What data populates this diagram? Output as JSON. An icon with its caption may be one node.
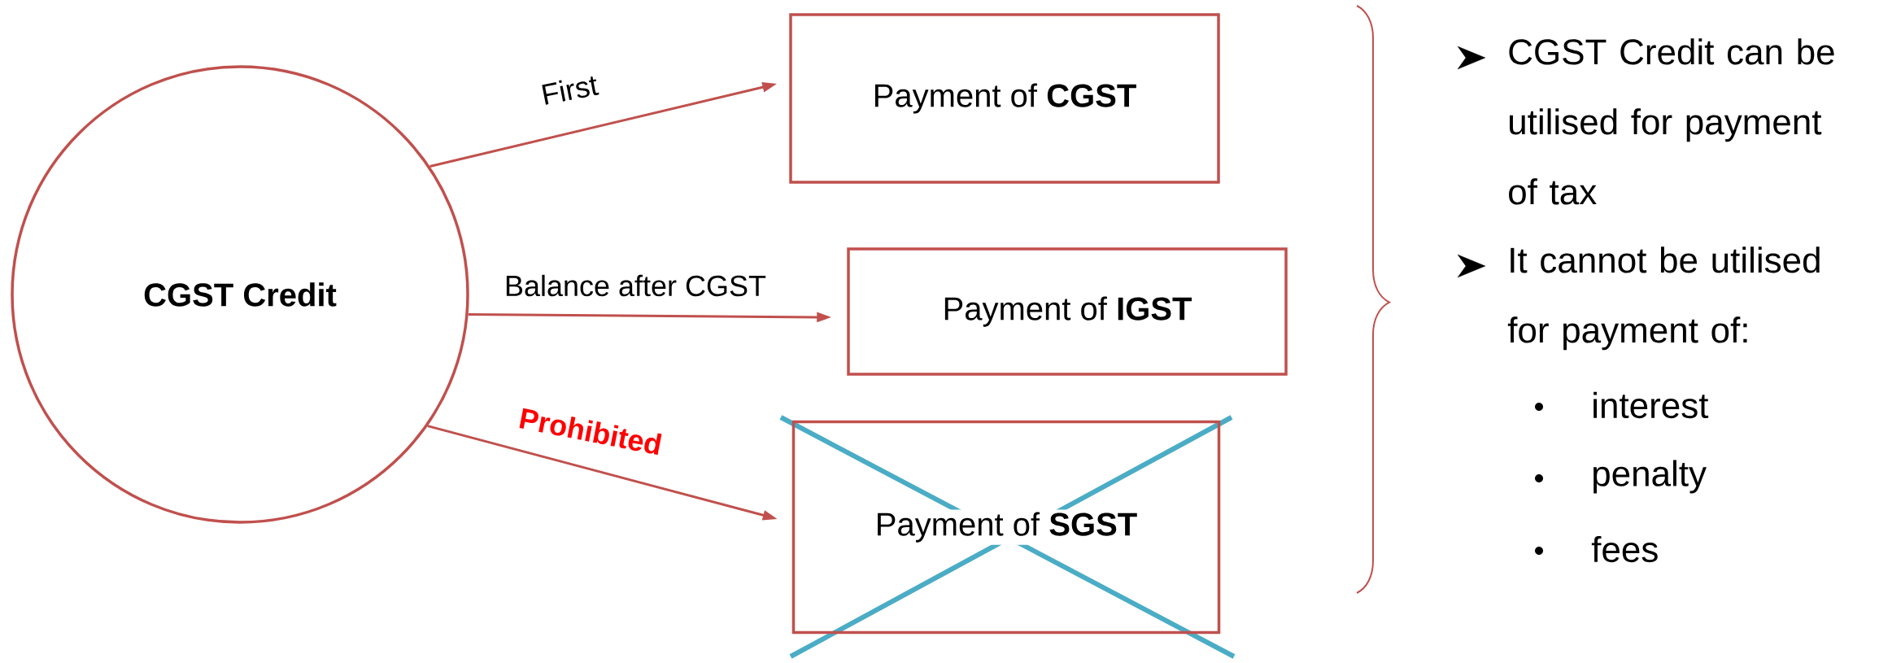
{
  "diagram": {
    "nodes": [
      {
        "text": [
          "CGST Credit"
        ]
      },
      {
        "text": [
          "Payment of **CGST**"
        ]
      },
      {
        "text": [
          "Payment of **IGST**"
        ]
      },
      {
        "text": [
          "Payment of **SGST**"
        ]
      }
    ],
    "edges": [
      {
        "from": 0,
        "to": 1,
        "arrow": "to",
        "label": "First"
      },
      {
        "from": 0,
        "to": 2,
        "arrow": "to",
        "label": "Balance after CGST"
      },
      {
        "from": 0,
        "to": 3,
        "arrow": "to",
        "label": "Prohibited"
      }
    ],
    "labels": [
      "CGST Credit can be utilised for payment of tax",
      "It cannot be utilised for payment of:",
      "interest",
      "penalty",
      "fees"
    ]
  }
}
